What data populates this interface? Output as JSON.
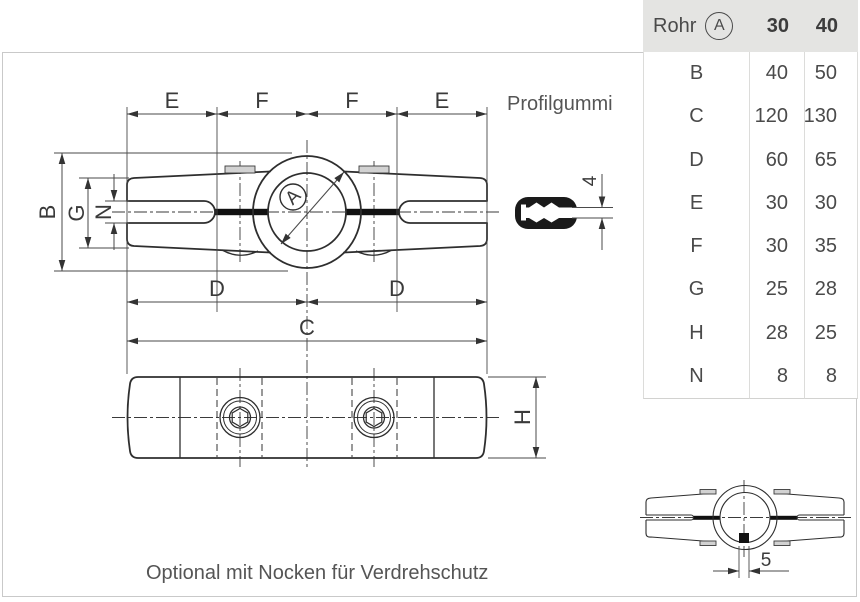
{
  "table": {
    "header": {
      "rohr_label": "Rohr",
      "size_ref": "A",
      "col_30": "30",
      "col_40": "40"
    },
    "rows": [
      {
        "dim": "B",
        "v30": "40",
        "v40": "50"
      },
      {
        "dim": "C",
        "v30": "120",
        "v40": "130"
      },
      {
        "dim": "D",
        "v30": "60",
        "v40": "65"
      },
      {
        "dim": "E",
        "v30": "30",
        "v40": "30"
      },
      {
        "dim": "F",
        "v30": "30",
        "v40": "35"
      },
      {
        "dim": "G",
        "v30": "25",
        "v40": "28"
      },
      {
        "dim": "H",
        "v30": "28",
        "v40": "25"
      },
      {
        "dim": "N",
        "v30": "8",
        "v40": "8"
      }
    ]
  },
  "drawing": {
    "profile_label": "Profilgummi",
    "caption": "Optional mit Nocken für Verdrehschutz",
    "dims": {
      "e1": "E",
      "f1": "F",
      "f2": "F",
      "e2": "E",
      "b": "B",
      "g": "G",
      "n": "N",
      "d1": "D",
      "d2": "D",
      "c": "C",
      "h": "H",
      "a_ref": "A",
      "profile_thickness": "4",
      "nock_width": "5"
    }
  },
  "colors": {
    "line": "#2e2e2e",
    "dim_line": "#4a4a4a",
    "caption_text": "#555555",
    "frame": "#c9c9c9",
    "table_header_bg": "#e4e4e2",
    "table_border": "#d2d2d0",
    "rubber_fill": "#1a1a1a"
  }
}
